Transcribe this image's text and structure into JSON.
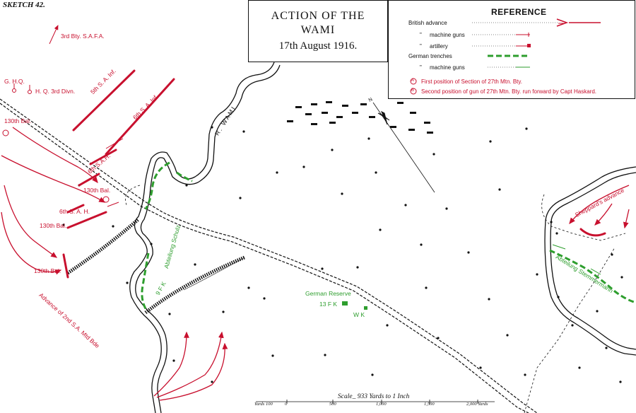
{
  "sketch_label": "SKETCH 42.",
  "title": {
    "line1": "ACTION OF THE",
    "line2": "WAMI",
    "line3": "17th  August 1916."
  },
  "reference": {
    "heading": "REFERENCE",
    "british_advance": "British advance",
    "british_mg": "machine guns",
    "artillery": "artillery",
    "german_trenches": "German trenches",
    "german_mg": "machine guns",
    "ditto": "\"",
    "note_a": "First position of Section of 27th Mtn. Bty.",
    "note_b": "Second position of gun of 27th Mtn. Bty. run forward by Capt Haskard.",
    "marker_a": "A",
    "marker_b": "B"
  },
  "labels": {
    "bty_safa": "3rd Bty. S.A.F.A.",
    "ghq": "G. H.Q.",
    "hq3": "H. Q. 3rd Divn.",
    "sa5": "5th S. A. Inf.",
    "sa6": "6th S. A. Inf.",
    "bal130_1": "130th Bal.",
    "sah6": "6th S.A.H.",
    "bal130_2": "130th Bal.",
    "sah6b": "6th S. A. H.",
    "bal130_3": "130th Bal.",
    "bal130_4": "130th Bal.",
    "advance_2nd": "Advance of 2nd S.A. Mtd Bde",
    "river": "R. WAMI",
    "abt_schulz": "Abteilung Schulz",
    "fk9": "9 F K",
    "german_reserve": "German Reserve",
    "fk13": "13 F K",
    "wk": "W K",
    "sheppard": "Sheppard's advance",
    "abt_stemmermann": "Abteilung Stemmermann",
    "north": "N"
  },
  "scale": {
    "caption": "Scale_ 933 Yards to 1 Inch",
    "ticks": [
      "Yards 100",
      "0",
      "500",
      "1,000",
      "1,500",
      "2,000 Yards"
    ]
  },
  "colors": {
    "british": "#c8102e",
    "german": "#2e9e2e",
    "ink": "#111111"
  }
}
